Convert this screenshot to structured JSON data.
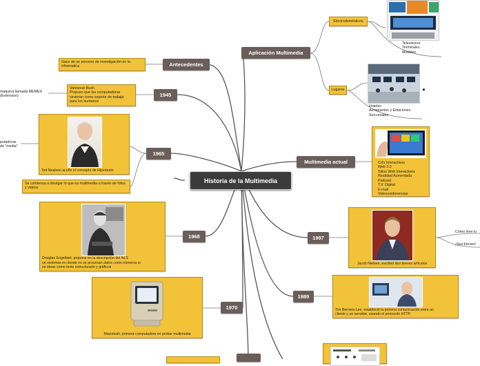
{
  "central": "Historia de la Multimedia",
  "topics": {
    "antecedentes": "Antecedentes",
    "y1945": "1945",
    "y1965": "1965",
    "y1968": "1968",
    "y1970": "1970",
    "aplicacion": "Aplicación Multimedia",
    "actual": "Multimedia actual",
    "y1997": "1997",
    "y1989": "1989"
  },
  "notes": {
    "antecedentes": "Nace de un proceso de investigación en la informatica",
    "memex_left": "máquina llamada MEMEX\n(Extension)",
    "bush": "Vannevar Bush\nPropuso que las computadoras\nsirvieran como soporte de trabajo\npara los humanos",
    "media_left": "putadoras\nde \"media\"",
    "nelson_caption": "Ted Nealson acuño el concepto de Hipertexto",
    "divulgar": "Se comienza a divulgar lo que es multimedia a través de fotos y videos",
    "engelbart_caption": "Douglas Engelbart, propone en la descripción del NLS\nun sistemas en donde no se procesan datos como números si\nno ideas como texto estructurado y gráficos",
    "macintosh_caption": "Macintosh, primera computadora en probar multimedia",
    "electro": "Electrodomésticos",
    "tv_list": "Televisores\nTerminales\nMuebles",
    "lugares": "Lugares",
    "lugares_list": "Hoteles\nAeropuertos y Estaciones\nSurcursales",
    "actual_list": "Cd's Interactivos\nWeb 2.0\nSitios Web Interactivos\nRealidad Aumentada\nPodcast\nT.V. Digital\nE-mail\nVideoconferencias",
    "nielsen_caption": "Jacob Nielsen, escribió dos breves artículos",
    "nielsen_right1": "Cómo leen lo",
    "nielsen_right2": "¡Sea breves!",
    "berners_caption": "Tim Berners-Lee, estableció la primera comunicación entre un\ncliente y un servidor, usando el protocolo HTTP."
  },
  "icons": [
    "globe-icon"
  ],
  "colors": {
    "central": "#3b3b3b",
    "topic": "#6a5d5a",
    "note": "#f2c238",
    "line": "#555555"
  }
}
